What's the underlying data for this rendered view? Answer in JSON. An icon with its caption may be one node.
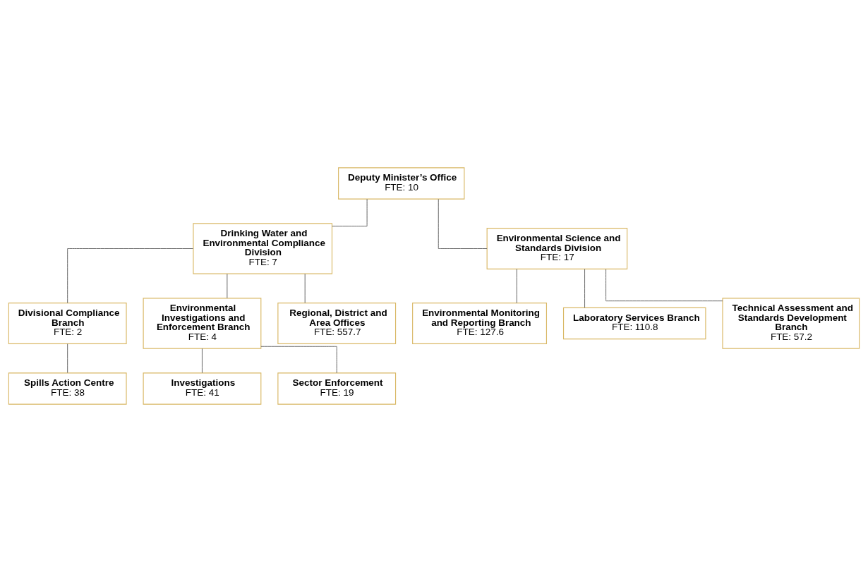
{
  "diagram": {
    "nodes": [
      {
        "text": [
          "Deputy Minister’s Office",
          "FTE: 10"
        ]
      },
      {
        "text": [
          "Drinking Water and Environmental Compliance Division",
          "FTE: 7"
        ]
      },
      {
        "text": [
          "Environmental Science and Standards Division",
          "FTE: 17"
        ]
      },
      {
        "text": [
          "Divisional Compliance Branch",
          "FTE: 2"
        ]
      },
      {
        "text": [
          "Environmental Investigations and Enforcement Branch",
          "FTE: 4"
        ]
      },
      {
        "text": [
          "Regional, District and Area Offices",
          "FTE: 557.7"
        ]
      },
      {
        "text": [
          "Environmental Monitoring and Reporting Branch",
          "FTE: 127.6"
        ]
      },
      {
        "text": [
          "Laboratory Services Branch",
          "FTE: 110.8"
        ]
      },
      {
        "text": [
          "Technical Assessment and Standards Development Branch",
          "FTE: 57.2"
        ]
      },
      {
        "text": [
          "Spills Action Centre",
          "FTE: 38"
        ]
      },
      {
        "text": [
          "Investigations",
          "FTE: 41"
        ]
      },
      {
        "text": [
          "Sector Enforcement",
          "FTE: 19"
        ]
      }
    ],
    "edges": [
      {
        "from": 0,
        "to": 1,
        "arrow": "none"
      },
      {
        "from": 0,
        "to": 2,
        "arrow": "none"
      },
      {
        "from": 1,
        "to": 3,
        "arrow": "none"
      },
      {
        "from": 1,
        "to": 4,
        "arrow": "none"
      },
      {
        "from": 1,
        "to": 5,
        "arrow": "none"
      },
      {
        "from": 2,
        "to": 6,
        "arrow": "none"
      },
      {
        "from": 2,
        "to": 7,
        "arrow": "none"
      },
      {
        "from": 2,
        "to": 8,
        "arrow": "none"
      },
      {
        "from": 3,
        "to": 9,
        "arrow": "none"
      },
      {
        "from": 4,
        "to": 10,
        "arrow": "none"
      },
      {
        "from": 4,
        "to": 11,
        "arrow": "none"
      }
    ]
  }
}
